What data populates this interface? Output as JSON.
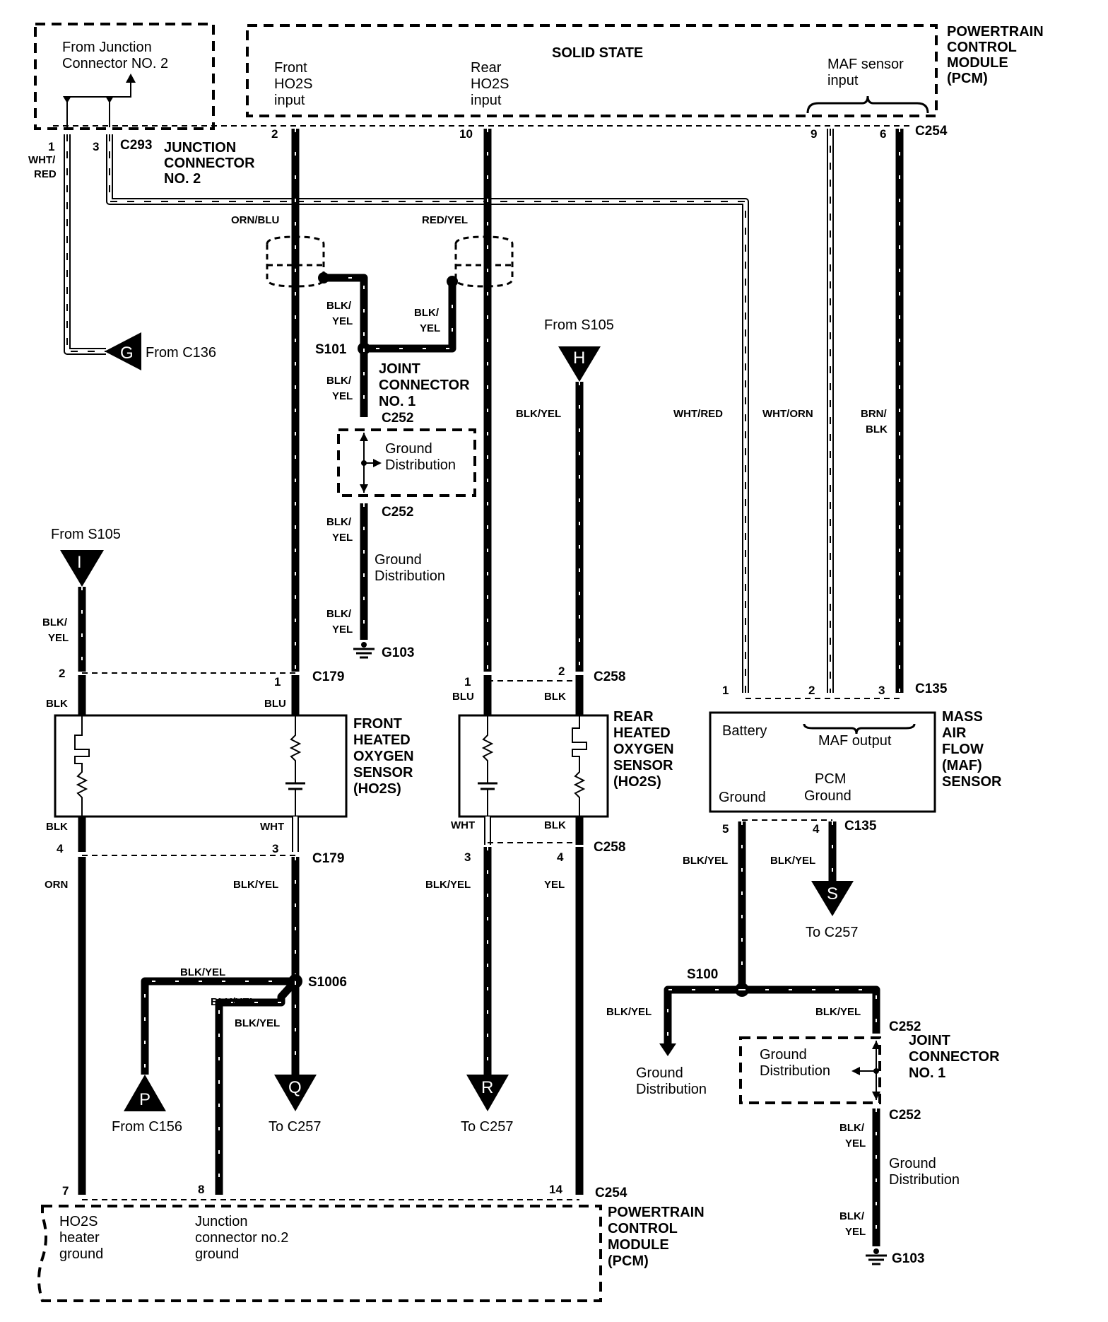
{
  "pcm_top": {
    "title_lines": [
      "POWERTRAIN",
      "CONTROL",
      "MODULE",
      "(PCM)"
    ],
    "solid_state": "SOLID STATE",
    "front_input": [
      "Front",
      "HO2S",
      "input"
    ],
    "rear_input": [
      "Rear",
      "HO2S",
      "input"
    ],
    "maf_input": [
      "MAF sensor",
      "input"
    ],
    "connector": "C254",
    "pins": {
      "front": "2",
      "rear": "10",
      "maf_a": "9",
      "maf_b": "6"
    }
  },
  "junction_top": {
    "from_text": [
      "From Junction",
      "Connector NO. 2"
    ],
    "pin_1": "1",
    "pin_3": "3",
    "connector": "C293",
    "title_lines": [
      "JUNCTION",
      "CONNECTOR",
      "NO. 2"
    ],
    "wire_color": [
      "WHT/",
      "RED"
    ]
  },
  "off_page": {
    "g": {
      "letter": "G",
      "text": "From C136"
    },
    "h": {
      "letter": "H",
      "text": "From S105"
    },
    "i": {
      "letter": "I",
      "text": "From S105"
    },
    "p": {
      "letter": "P",
      "text": "From C156"
    },
    "q": {
      "letter": "Q",
      "text": "To C257"
    },
    "r": {
      "letter": "R",
      "text": "To C257"
    },
    "s": {
      "letter": "S",
      "text": "To C257"
    }
  },
  "wire_colors": {
    "orn_blu": "ORN/BLU",
    "red_yel": "RED/YEL",
    "blk_yel_split": [
      "BLK/",
      "YEL"
    ],
    "blk_yel": "BLK/YEL",
    "wht_red": "WHT/RED",
    "wht_orn": "WHT/ORN",
    "brn_blk": [
      "BRN/",
      "BLK"
    ],
    "blk": "BLK",
    "blu": "BLU",
    "wht": "WHT",
    "orn": "ORN",
    "yel": "YEL"
  },
  "joint_connector": {
    "splice_upper": "S101",
    "title_lines": [
      "JOINT",
      "CONNECTOR",
      "NO. 1"
    ],
    "connector": "C252",
    "ground_distribution": [
      "Ground",
      "Distribution"
    ],
    "ground": "G103"
  },
  "front_sensor": {
    "connector": "C179",
    "pins": {
      "p1": "1",
      "p2": "2",
      "p3": "3",
      "p4": "4"
    },
    "title_lines": [
      "FRONT",
      "HEATED",
      "OXYGEN",
      "SENSOR",
      "(HO2S)"
    ]
  },
  "rear_sensor": {
    "connector": "C258",
    "pins": {
      "p1": "1",
      "p2": "2",
      "p3": "3",
      "p4": "4"
    },
    "title_lines": [
      "REAR",
      "HEATED",
      "OXYGEN",
      "SENSOR",
      "(HO2S)"
    ]
  },
  "maf_sensor": {
    "connector": "C135",
    "pins": {
      "p1": "1",
      "p2": "2",
      "p3": "3",
      "p4": "4",
      "p5": "5"
    },
    "battery": "Battery",
    "maf_output": "MAF output",
    "pcm": "PCM",
    "ground_left": "Ground",
    "ground_right": "Ground",
    "title_lines": [
      "MASS",
      "AIR",
      "FLOW",
      "(MAF)",
      "SENSOR"
    ]
  },
  "splices": {
    "s1006": "S1006",
    "s100": "S100"
  },
  "pcm_bottom": {
    "connector": "C254",
    "pins": {
      "p7": "7",
      "p8": "8",
      "p14": "14"
    },
    "heater_ground": [
      "HO2S",
      "heater",
      "ground"
    ],
    "junction_ground": [
      "Junction",
      "connector no.2",
      "ground"
    ],
    "title_lines": [
      "POWERTRAIN",
      "CONTROL",
      "MODULE",
      "(PCM)"
    ]
  }
}
